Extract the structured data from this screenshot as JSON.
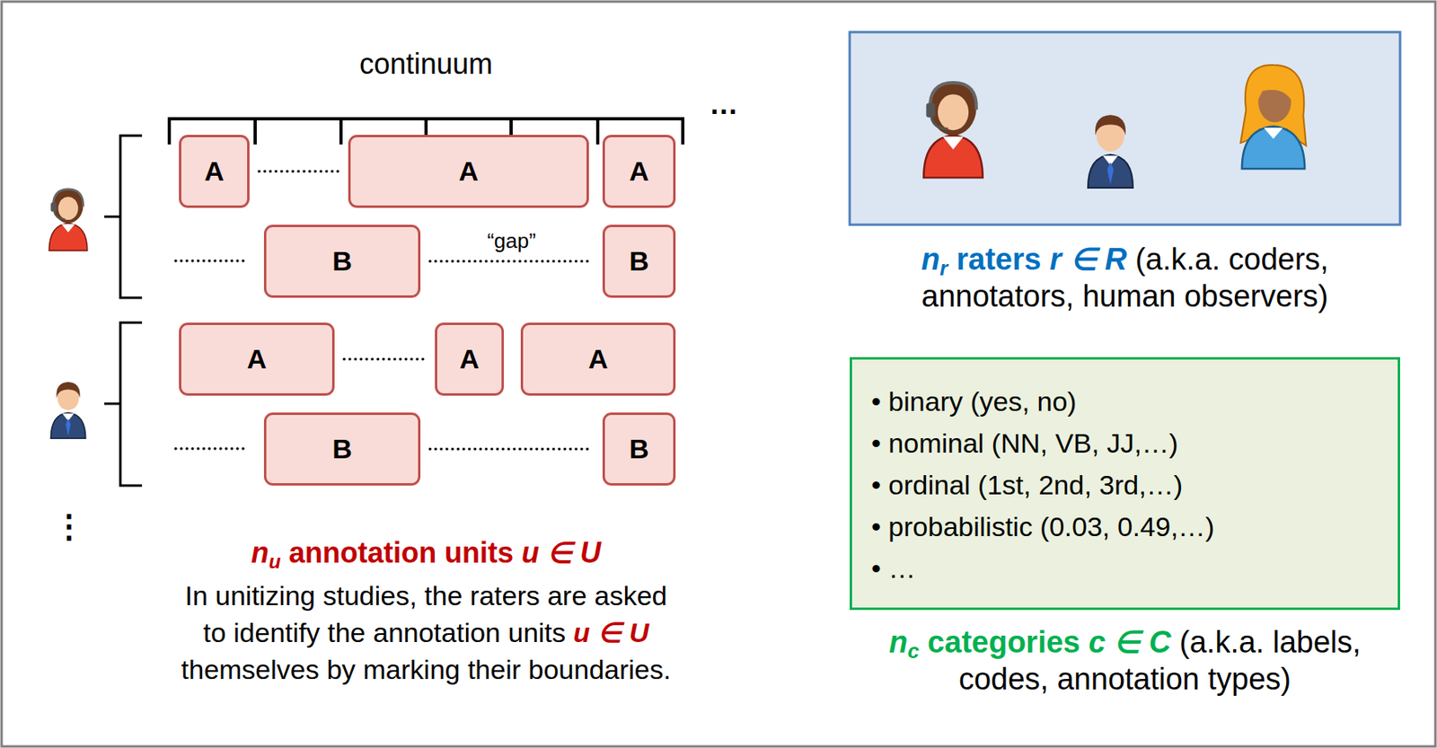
{
  "diagram": {
    "nodes": [
      {
        "text": [
          "A"
        ]
      },
      {
        "text": [
          "A"
        ]
      },
      {
        "text": [
          "A"
        ]
      },
      {
        "text": [
          "B"
        ]
      },
      {
        "text": [
          "B"
        ]
      },
      {
        "text": [
          "A"
        ]
      },
      {
        "text": [
          "A"
        ]
      },
      {
        "text": [
          "A"
        ]
      },
      {
        "text": [
          "B"
        ]
      },
      {
        "text": [
          "B"
        ]
      },
      {
        "text": [
          "• binary (yes, no)",
          "• nominal (NN, VB, JJ,…)",
          "• ordinal (1st, 2nd, 3rd,…)",
          "• probabilistic (0.03, 0.49,…)",
          "• …"
        ]
      }
    ],
    "edges": [
      {
        "from": 0,
        "to": 1,
        "arrow": "none"
      },
      {
        "from": 3,
        "to": 4,
        "arrow": "none",
        "label": "“gap”"
      },
      {
        "from": 5,
        "to": 6,
        "arrow": "none"
      },
      {
        "from": 8,
        "to": 9,
        "arrow": "none"
      }
    ],
    "labels": [
      "continuum",
      "…",
      "⋮",
      "nu annotation units u ∈ U",
      "In unitizing studies, the raters are asked to identify the annotation units u ∈ U themselves by marking their boundaries.",
      "nr raters r ∈ R (a.k.a. coders, annotators, human observers)",
      "nc categories c ∈ C (a.k.a. labels, codes, annotation types)"
    ]
  }
}
